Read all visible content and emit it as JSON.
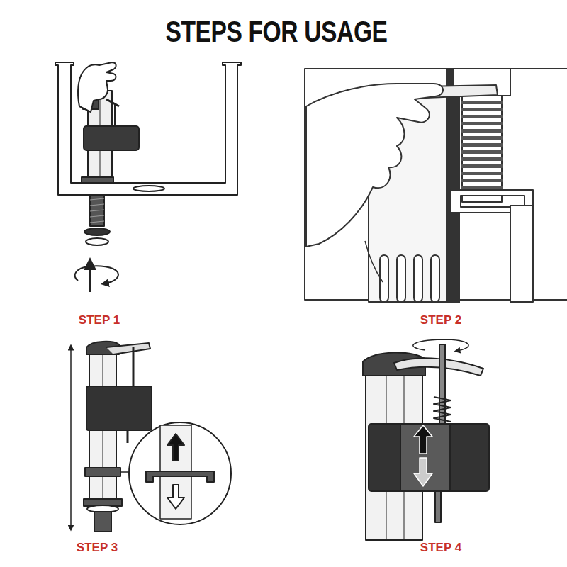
{
  "diagram": {
    "title": "STEPS FOR USAGE",
    "labels": [
      "STEP 1",
      "STEP 2",
      "STEP 3",
      "STEP 4"
    ]
  }
}
